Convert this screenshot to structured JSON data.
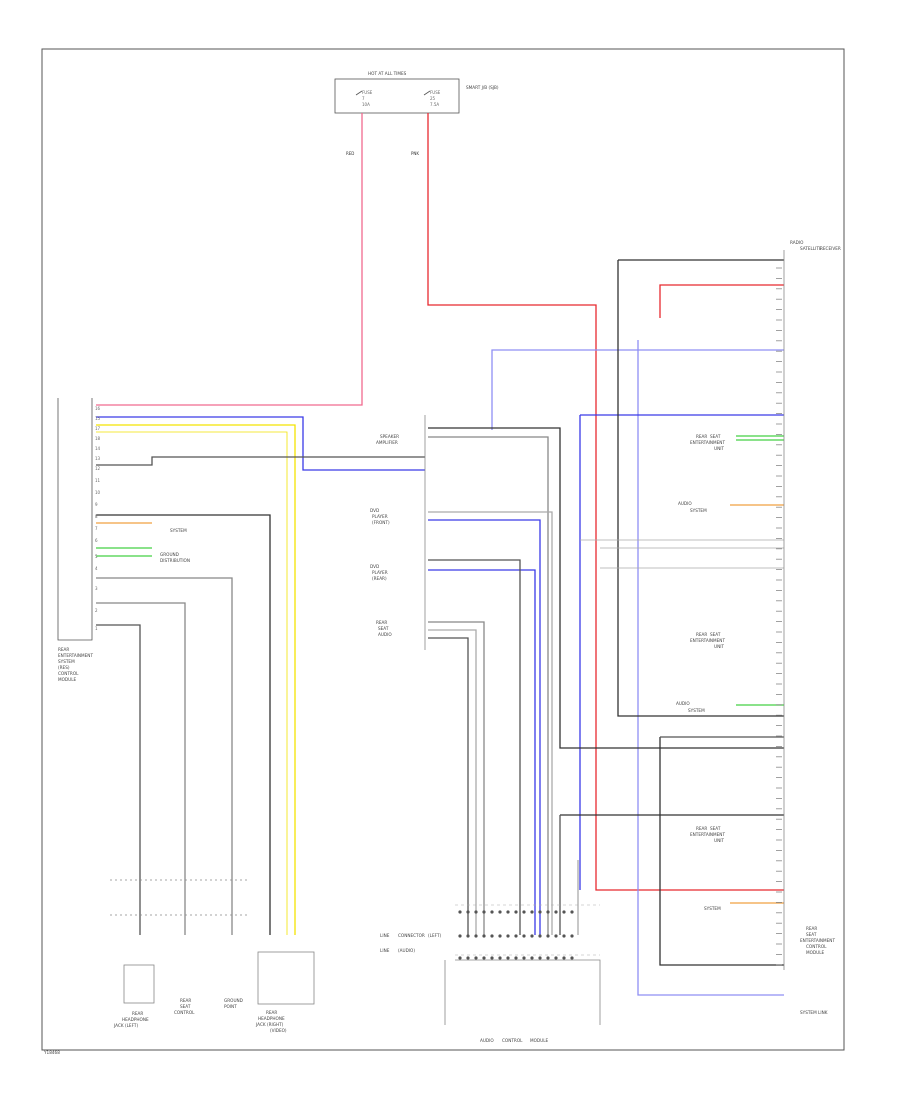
{
  "diagram_id": "Y18468",
  "colors": {
    "red": "#e8292f",
    "pink": "#f06a8f",
    "blue": "#3a3ae8",
    "light_blue": "#8f8ff3",
    "yellow": "#f3e300",
    "black": "#333333",
    "gray": "#aaaaaa",
    "green": "#44d044",
    "orange": "#f1a040",
    "border": "#555555"
  },
  "fuse_box": {
    "title": "HOT AT ALL TIMES",
    "fuse_left": [
      "FUSE",
      "7",
      "10A"
    ],
    "fuse_right": [
      "FUSE",
      "25",
      "7.5A"
    ],
    "side_label": "SMART J/B (SJB)"
  },
  "wire_labels": {
    "red_top": "RED",
    "pink_top": "PNK"
  },
  "left_module": {
    "label": [
      "REAR",
      "ENTERTAINMENT",
      "SYSTEM",
      "(RES)",
      "CONTROL",
      "MODULE"
    ],
    "pins": [
      "16",
      "15",
      "17",
      "18",
      "14",
      "13",
      "12",
      "11",
      "10",
      "9",
      "8",
      "7",
      "6",
      "5",
      "4",
      "3",
      "2",
      "1"
    ]
  },
  "left_annotations": {
    "system_link": "SYSTEM",
    "ground_dist": [
      "GROUND",
      "DISTRIBUTION"
    ]
  },
  "bottom_left_components": {
    "headphone_left": [
      "REAR",
      "HEADPHONE",
      "JACK (LEFT)"
    ],
    "rear_seat": [
      "REAR",
      "SEAT",
      "CONTROL"
    ],
    "ground": [
      "GROUND",
      "POINT"
    ],
    "headphone_right": [
      "REAR",
      "HEADPHONE",
      "JACK (RIGHT)",
      "(VIDEO)"
    ]
  },
  "middle_labels": [
    [
      "SPEAKER",
      "AMPLIFIER"
    ],
    [
      "DVD",
      "PLAYER",
      "(FRONT)"
    ],
    [
      "DVD",
      "PLAYER",
      "(REAR)"
    ],
    [
      "REAR",
      "SEAT",
      "AUDIO"
    ]
  ],
  "bottom_middle": {
    "title": [
      "LINE",
      "CONNECTOR",
      "(LEFT)"
    ],
    "sub": [
      "LINE",
      "(AUDIO)"
    ],
    "box_label": [
      "AUDIO",
      "CONTROL",
      "MODULE"
    ]
  },
  "right_module": {
    "title": [
      "RADIO",
      "SATELLITE",
      "RECEIVER"
    ],
    "groups": [
      [
        "REAR",
        "SEAT",
        "ENTERTAINMENT",
        "UNIT"
      ],
      [
        "AUDIO",
        "SYSTEM"
      ],
      [
        "REAR",
        "SEAT",
        "ENTERTAINMENT",
        "UNIT"
      ],
      [
        "AUDIO",
        "SYSTEM"
      ],
      [
        "REAR",
        "SEAT",
        "ENTERTAINMENT",
        "UNIT"
      ]
    ],
    "system_label": "SYSTEM",
    "bottom_label": [
      "REAR",
      "SEAT",
      "ENTERTAINMENT",
      "CONTROL",
      "MODULE"
    ],
    "bottom_sub": "SYSTEM LINK"
  }
}
